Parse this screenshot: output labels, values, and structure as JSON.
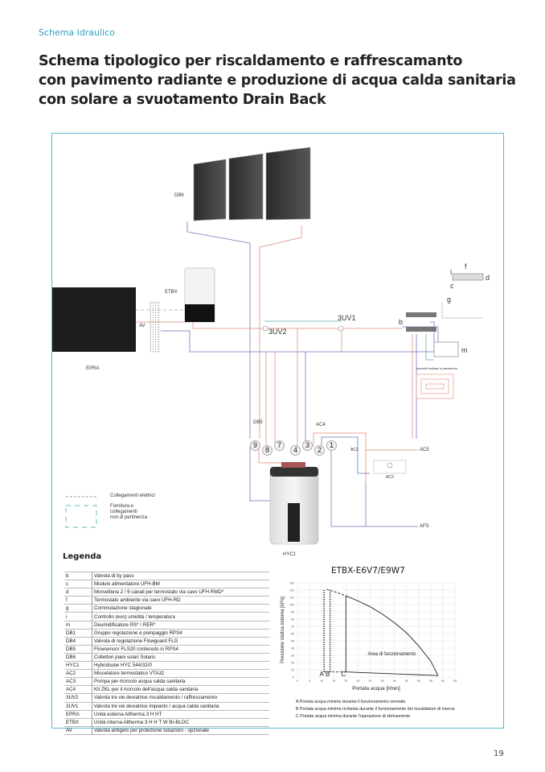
{
  "header": {
    "section": "Schema idraulico",
    "title_lines": [
      "Schema tipologico per riscaldamento e raffrescamanto",
      "con pavimento radiante e produzione di acqua calda sanitaria",
      "con solare a svuotamento Drain Back"
    ]
  },
  "diagram": {
    "labels": {
      "db6": "DB6",
      "etbx": "ETBX",
      "epra": "EPRA",
      "av": "AV",
      "uv2": "3UV2",
      "uv1": "3UV1",
      "b": "b",
      "c": "c",
      "d": "d",
      "f": "f",
      "g": "g",
      "i": "i",
      "m": "m",
      "floor": "pannelli radianti a pavimento",
      "db5": "DB5",
      "ac4": "AC4",
      "ac2": "AC2",
      "ac5": "AC5",
      "ac3": "AC3",
      "afs": "AFS",
      "hyc1": "HYC1"
    },
    "ports": [
      "9",
      "8",
      "7",
      "4",
      "3",
      "2",
      "1"
    ],
    "key": {
      "electrical": "Collegamenti elettrici",
      "supply_lines": [
        "Fornitura e",
        "collegamenti",
        "non di pertinenza"
      ]
    },
    "colors": {
      "flow": "#e8a39a",
      "return": "#8f95c8",
      "frame": "#5ab6cf",
      "accent": "#2a9fc6"
    }
  },
  "legend": {
    "title": "Legenda",
    "rows": [
      [
        "b",
        "Valvola di by pass"
      ],
      [
        "c",
        "Modulo alimentatore UFH-BM"
      ],
      [
        "d",
        "Morsettiera 2 / 6 canali per termostato via cavo UFH RMD*"
      ],
      [
        "f",
        "Termostato ambiente via cavo UFH-RD"
      ],
      [
        "g",
        "Commutazione stagionale"
      ],
      [
        "i",
        "Controllo (evo) umidità / temperatura"
      ],
      [
        "m",
        "Deumidificatore RS* / RER*"
      ],
      [
        "DB1",
        "Gruppo regolazione e pompaggio RPS4"
      ],
      [
        "DB4",
        "Valvola di regolazione Flowguard FLG"
      ],
      [
        "DB5",
        "Flowsensor FLS20 contenuto in RPS4"
      ],
      [
        "DB6",
        "Collettori piani solari Solaris"
      ],
      [
        "HYC1",
        "Hybridcube HYC 544/32/0"
      ],
      [
        "AC2",
        "Miscelatore termostatico VTA32"
      ],
      [
        "AC3",
        "Pompa per ricircolo acqua calda sanitaria"
      ],
      [
        "AC4",
        "Kit ZKL per il ricircolo dell'acqua calda sanitaria"
      ],
      [
        "3UV2",
        "Valvola tre vie deviatrice riscaldamento /  raffrescamento"
      ],
      [
        "3UV1",
        "Valvola tre vie deviatrice impianto /  acqua calda sanitaria"
      ],
      [
        "EPRA",
        "Unità esterna Altherma 3 H HT"
      ],
      [
        "ETBX",
        "Unità interna Altherma 3 H H T W BI-BLOC"
      ],
      [
        "AV",
        "Valvola antigelo per protezione tubazioni - opzionale"
      ]
    ]
  },
  "chart_data": {
    "type": "line",
    "title": "ETBX-E6V7/E9W7",
    "xlabel": "Portata acqua [l/min]",
    "ylabel": "Pressione statica esterna [kPa]",
    "xlim": [
      0,
      65
    ],
    "ylim": [
      0,
      130
    ],
    "xticks": [
      0,
      5,
      10,
      15,
      20,
      25,
      30,
      35,
      40,
      45,
      50,
      55,
      60,
      65
    ],
    "yticks": [
      0,
      10,
      20,
      30,
      40,
      50,
      60,
      70,
      80,
      90,
      100,
      110,
      120,
      130
    ],
    "grid": true,
    "series": [
      {
        "name": "curva pompa",
        "style": "solid",
        "points": [
          [
            20,
            112
          ],
          [
            25,
            105
          ],
          [
            30,
            97
          ],
          [
            35,
            87
          ],
          [
            40,
            75
          ],
          [
            45,
            61
          ],
          [
            50,
            43
          ],
          [
            55,
            22
          ],
          [
            58,
            2
          ]
        ]
      },
      {
        "name": "limite C",
        "style": "solid",
        "points": [
          [
            20,
            7
          ],
          [
            20,
            112
          ]
        ]
      },
      {
        "name": "base",
        "style": "solid",
        "points": [
          [
            20,
            7
          ],
          [
            58,
            2
          ]
        ]
      },
      {
        "name": "estensione",
        "style": "dashed",
        "points": [
          [
            12,
            121
          ],
          [
            16,
            117
          ],
          [
            20,
            112
          ]
        ]
      },
      {
        "name": "base tratteggiata",
        "style": "dashed",
        "points": [
          [
            11,
            7
          ],
          [
            20,
            7
          ]
        ]
      },
      {
        "name": "A",
        "style": "dotted",
        "points": [
          [
            11,
            7
          ],
          [
            11,
            122
          ]
        ]
      },
      {
        "name": "B",
        "style": "dotted",
        "points": [
          [
            13.5,
            7
          ],
          [
            13.5,
            121
          ]
        ]
      }
    ],
    "markers": [
      {
        "label": "A",
        "x": 11
      },
      {
        "label": "B",
        "x": 13.5
      },
      {
        "label": "C",
        "x": 20
      }
    ],
    "annotation": "Area di funzionamento",
    "notes": [
      "A  Portata acqua minima durante il funzionamento normale",
      "B  Portata acqua minima richiesta durante il funzionamento del riscaldatore di riserva",
      "C  Portata acqua minima durante l'operazione di sbrinamento"
    ]
  },
  "footer": {
    "page": "19"
  }
}
